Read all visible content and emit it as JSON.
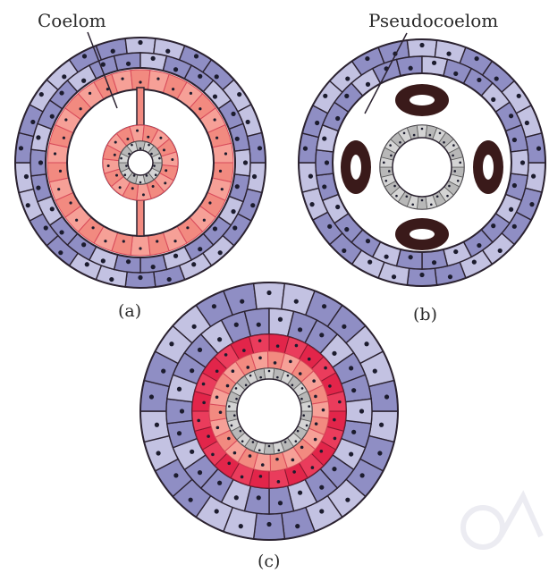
{
  "labels": {
    "coelom": "Coelom",
    "pseudocoelom": "Pseudocoelom"
  },
  "captions": {
    "a": "(a)",
    "b": "(b)",
    "c": "(c)"
  },
  "colors": {
    "ectoderm_dark": "#8f8ec4",
    "ectoderm_light": "#c3c2e2",
    "mesoderm": "#f28a80",
    "mesoderm_dark": "#d84a5a",
    "mesoderm_solid": "#e2254a",
    "endoderm": "#b8b8b8",
    "muscle_dark": "#3a1a1a",
    "outline": "#2b2230",
    "nucleus": "#1c1c2e"
  }
}
